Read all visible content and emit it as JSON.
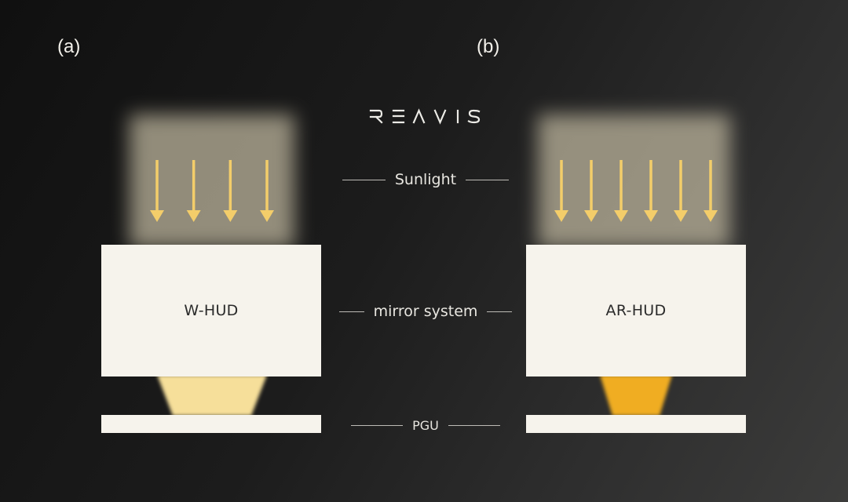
{
  "panels": {
    "a": {
      "label": "(a)",
      "name": "W-HUD",
      "arrow_count": 4,
      "beam_color": "#f6df9a"
    },
    "b": {
      "label": "(b)",
      "name": "AR-HUD",
      "arrow_count": 6,
      "beam_color": "#f0ad24"
    }
  },
  "brand": {
    "logo_text": "REAVIS"
  },
  "labels": {
    "sunlight": "Sunlight",
    "mirror_system": "mirror system",
    "pgu": "PGU"
  },
  "colors": {
    "arrow": "#f3cd6a",
    "box": "#f6f3ec",
    "sunlight_glow": "#bcb49c"
  }
}
